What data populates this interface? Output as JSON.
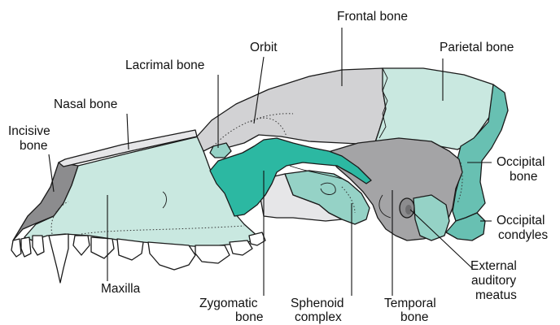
{
  "colors": {
    "dark_gray": "#8c8c8e",
    "mid_gray": "#a4a4a6",
    "light_gray": "#d2d2d4",
    "pale_gray": "#e6e6e8",
    "light_teal": "#c9e8e0",
    "mid_teal": "#95d2c6",
    "teal": "#68c0b2",
    "dark_teal": "#2cb8a2",
    "tooth_white": "#ffffff"
  },
  "labels": {
    "frontal_bone": "Frontal bone",
    "parietal_bone": "Parietal bone",
    "orbit": "Orbit",
    "lacrimal_bone": "Lacrimal bone",
    "nasal_bone": "Nasal bone",
    "incisive_bone_1": "Incisive",
    "incisive_bone_2": "bone",
    "occipital_bone_1": "Occipital",
    "occipital_bone_2": "bone",
    "occipital_condyles_1": "Occipital",
    "occipital_condyles_2": "condyles",
    "external_auditory_1": "External",
    "external_auditory_2": "auditory",
    "external_auditory_3": "meatus",
    "maxilla": "Maxilla",
    "zygomatic_bone_1": "Zygomatic",
    "zygomatic_bone_2": "bone",
    "sphenoid_complex_1": "Sphenoid",
    "sphenoid_complex_2": "complex",
    "temporal_bone_1": "Temporal",
    "temporal_bone_2": "bone"
  }
}
